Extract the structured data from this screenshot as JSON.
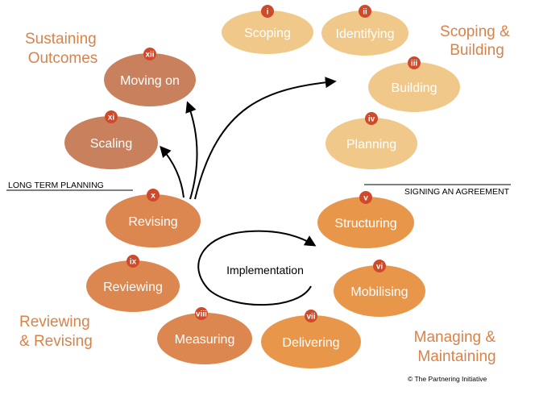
{
  "colors": {
    "stage_scoping": "#f0c98a",
    "stage_managing": "#e8964a",
    "stage_revising": "#dc8650",
    "stage_sustaining": "#c9805c",
    "badge": "#cf4a2b",
    "phase_text": "#d9824a",
    "arrow": "#000000"
  },
  "stages": [
    {
      "number": "i",
      "label": "Scoping",
      "fill": "stage_scoping"
    },
    {
      "number": "ii",
      "label": "Identifying",
      "fill": "stage_scoping"
    },
    {
      "number": "iii",
      "label": "Building",
      "fill": "stage_scoping"
    },
    {
      "number": "iv",
      "label": "Planning",
      "fill": "stage_scoping"
    },
    {
      "number": "v",
      "label": "Structuring",
      "fill": "stage_managing"
    },
    {
      "number": "vi",
      "label": "Mobilising",
      "fill": "stage_managing"
    },
    {
      "number": "vii",
      "label": "Delivering",
      "fill": "stage_managing"
    },
    {
      "number": "viii",
      "label": "Measuring",
      "fill": "stage_revising"
    },
    {
      "number": "ix",
      "label": "Reviewing",
      "fill": "stage_revising"
    },
    {
      "number": "x",
      "label": "Revising",
      "fill": "stage_revising"
    },
    {
      "number": "xi",
      "label": "Scaling",
      "fill": "stage_sustaining"
    },
    {
      "number": "xii",
      "label": "Moving on",
      "fill": "stage_sustaining"
    }
  ],
  "phases": {
    "scoping_building": [
      "Scoping &",
      "Building"
    ],
    "managing_maintaining": [
      "Managing &",
      "Maintaining"
    ],
    "reviewing_revising": [
      "Reviewing",
      "& Revising"
    ],
    "sustaining_outcomes": [
      "Sustaining",
      "Outcomes"
    ]
  },
  "milestones": {
    "long_term_planning": "LONG TERM PLANNING",
    "signing_agreement": "SIGNING AN AGREEMENT"
  },
  "center_label": "Implementation",
  "credit": "© The Partnering Initiative"
}
